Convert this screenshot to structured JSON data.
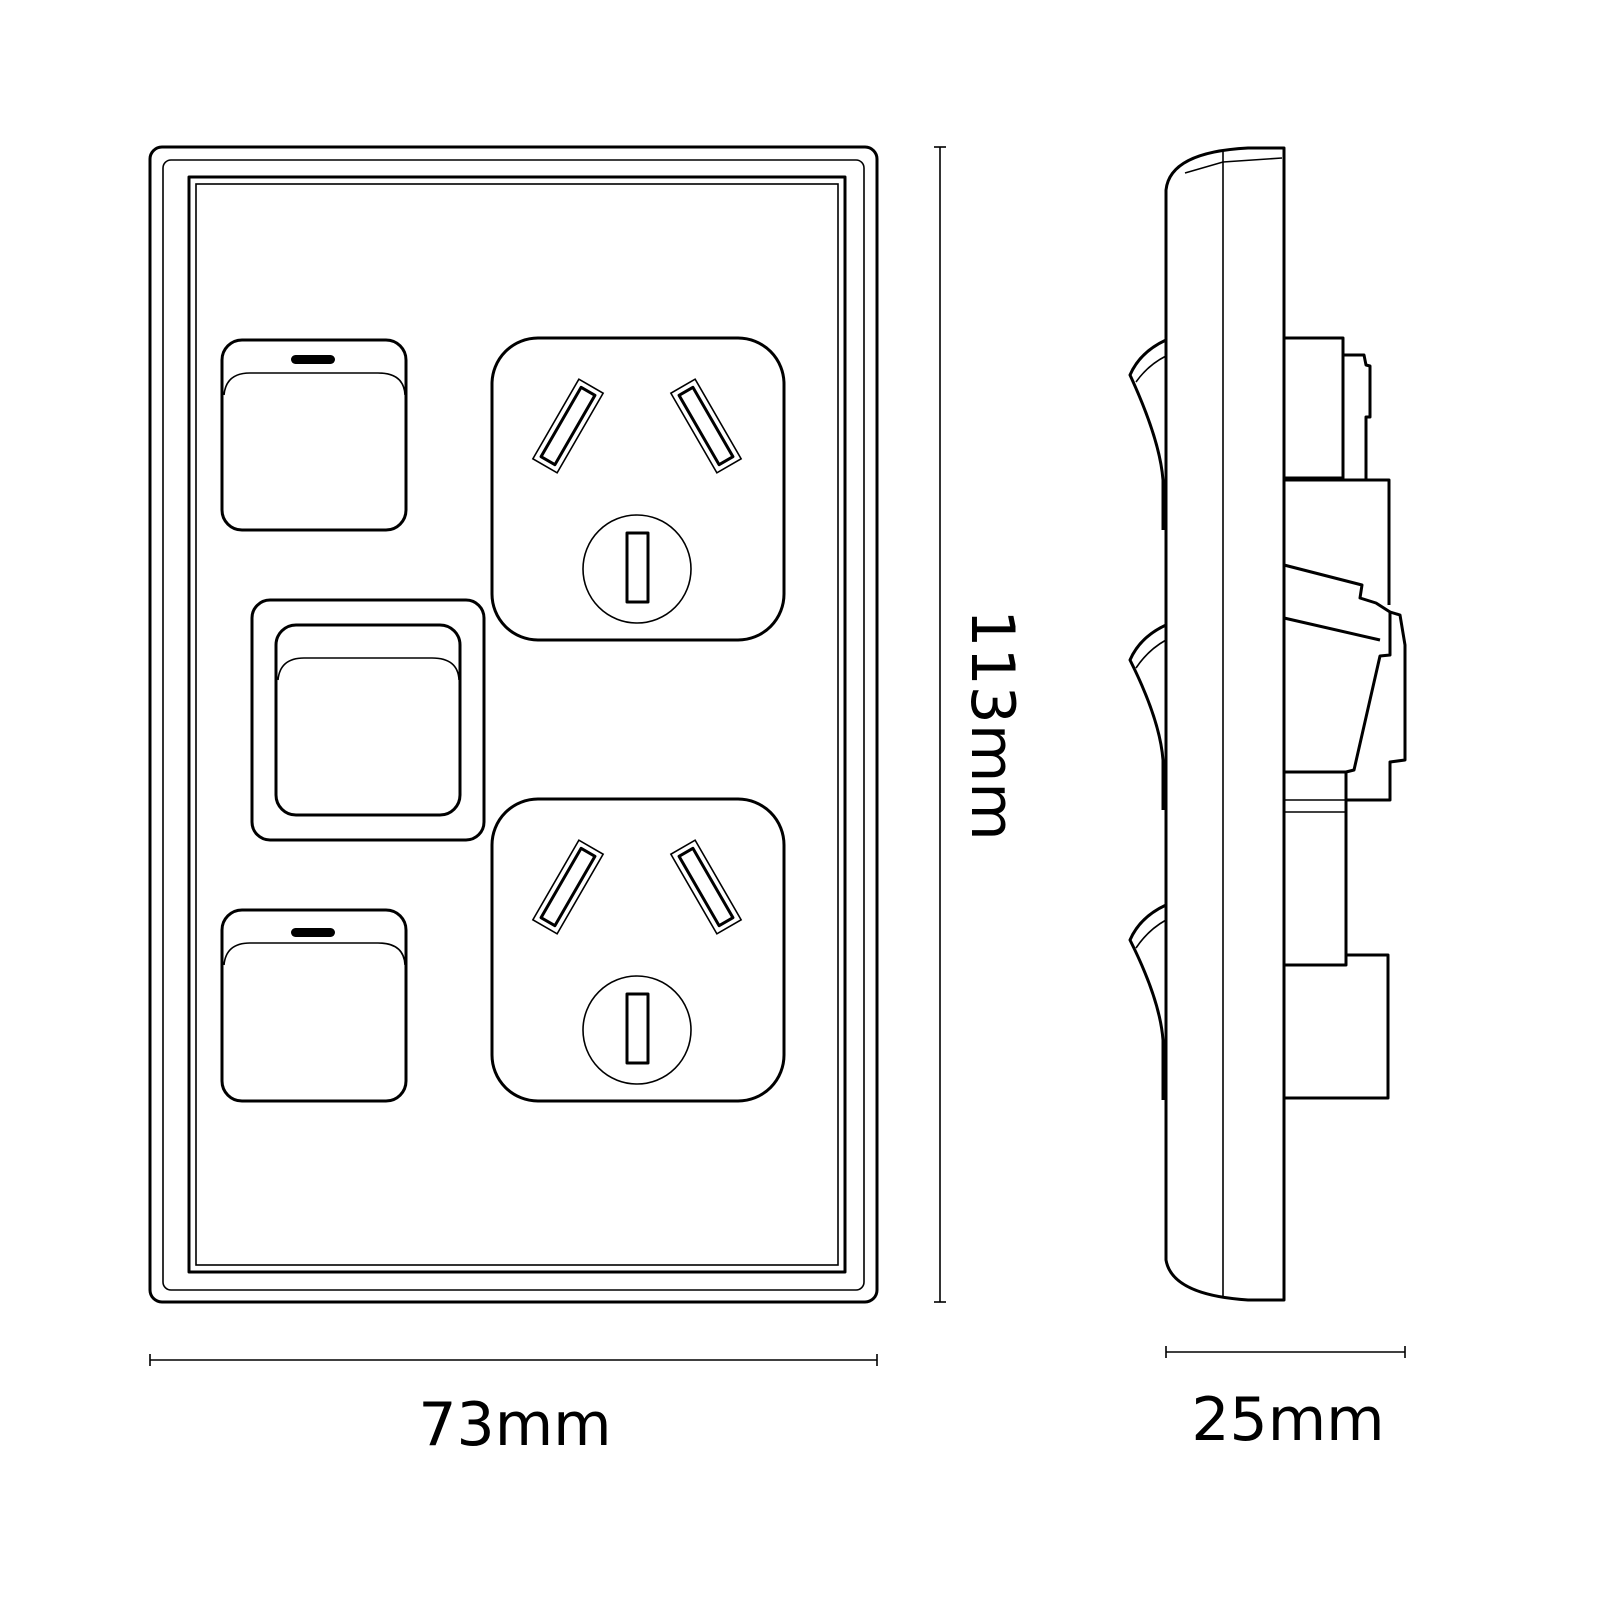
{
  "dimensions": {
    "width": "73mm",
    "height": "113mm",
    "depth": "25mm"
  },
  "colors": {
    "line": "#000000",
    "background": "#ffffff"
  }
}
